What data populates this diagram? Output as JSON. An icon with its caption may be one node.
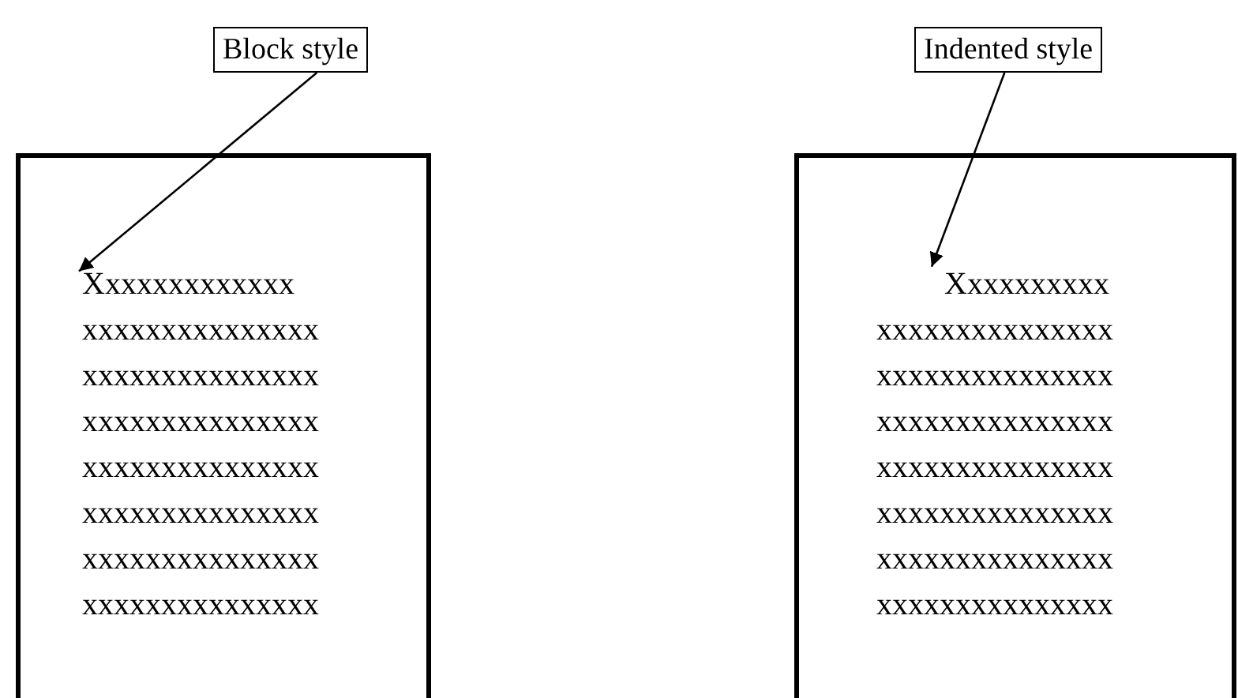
{
  "diagram": {
    "nodes": [
      {
        "text": [
          "Block style"
        ]
      },
      {
        "text": [],
        "shape": "box"
      },
      {
        "text": [
          "Xxxxxxxxxxxxx"
        ],
        "in": 1
      },
      {
        "text": [
          "xxxxxxxxxxxxxxx",
          "xxxxxxxxxxxxxxx",
          "xxxxxxxxxxxxxxx",
          "xxxxxxxxxxxxxxx",
          "xxxxxxxxxxxxxxx",
          "xxxxxxxxxxxxxxx",
          "xxxxxxxxxxxxxxx"
        ],
        "in": 1
      },
      {
        "text": [
          "Indented style"
        ]
      },
      {
        "text": [],
        "shape": "box"
      },
      {
        "text": [
          "Xxxxxxxxxx"
        ],
        "in": 5
      },
      {
        "text": [
          "xxxxxxxxxxxxxxx",
          "xxxxxxxxxxxxxxx",
          "xxxxxxxxxxxxxxx",
          "xxxxxxxxxxxxxxx",
          "xxxxxxxxxxxxxxx",
          "xxxxxxxxxxxxxxx",
          "xxxxxxxxxxxxxxx"
        ],
        "in": 5
      }
    ],
    "edges": [
      {
        "from": 0,
        "to": 2,
        "arrow": "to"
      },
      {
        "from": 4,
        "to": 6,
        "arrow": "to"
      }
    ]
  }
}
